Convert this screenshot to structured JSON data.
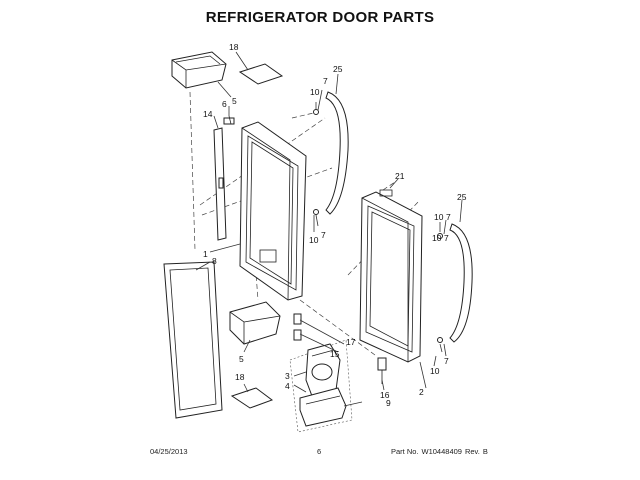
{
  "header": {
    "title": "REFRIGERATOR DOOR PARTS"
  },
  "callouts": {
    "c1": "1",
    "c2": "2",
    "c3": "3",
    "c4": "4",
    "c5a": "5",
    "c5b": "5",
    "c6": "6",
    "c7a": "7",
    "c7b": "7",
    "c7c": "7",
    "c7d": "7",
    "c7e": "7",
    "c8": "8",
    "c9": "9",
    "c10a": "10",
    "c10b": "10",
    "c10c": "10",
    "c10d": "10",
    "c10e": "10",
    "c14": "14",
    "c15": "15",
    "c16": "16",
    "c17": "17",
    "c18a": "18",
    "c18b": "18",
    "c21": "21",
    "c25a": "25",
    "c25b": "25"
  },
  "footer": {
    "date": "04/25/2013",
    "page": "6",
    "part_label": "Part No.",
    "part_number": "W10448409",
    "rev_label": "Rev.",
    "rev_value": "B"
  },
  "colors": {
    "ink": "#111111",
    "line": "#333333",
    "fill": "#ffffff"
  }
}
